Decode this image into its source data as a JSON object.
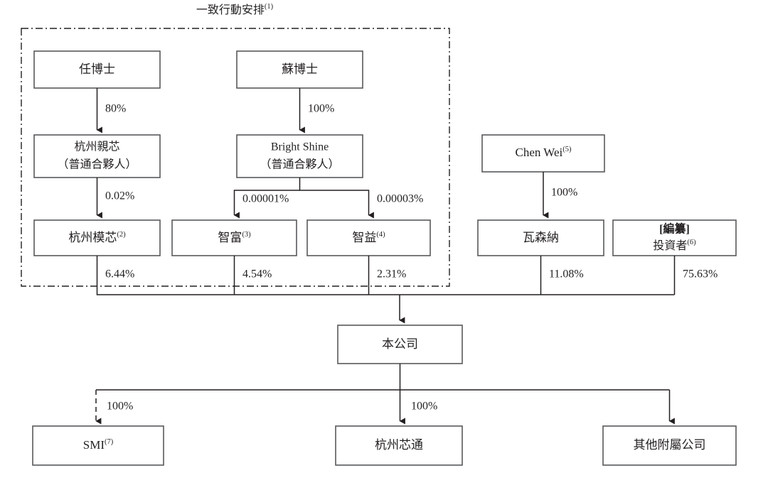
{
  "diagram": {
    "type": "org-ownership-chart",
    "group_frame": {
      "title": "一致行動安排",
      "title_sup": "(1)"
    },
    "nodes": {
      "ren": {
        "label": "任博士"
      },
      "su": {
        "label": "蘇博士"
      },
      "hangzhou_qinxin": {
        "line1": "杭州親芯",
        "line2": "（普通合夥人）"
      },
      "bright_shine": {
        "line1": "Bright Shine",
        "line2": "（普通合夥人）"
      },
      "chen_wei": {
        "label": "Chen Wei",
        "sup": "(5)"
      },
      "hangzhou_moxin": {
        "label": "杭州模芯",
        "sup": "(2)"
      },
      "zhifu": {
        "label": "智富",
        "sup": "(3)"
      },
      "zhiyi": {
        "label": "智益",
        "sup": "(4)"
      },
      "wasenna": {
        "label": "瓦森納"
      },
      "investor": {
        "line1": "[編纂]",
        "line2": "投資者",
        "sup": "(6)"
      },
      "company": {
        "label": "本公司"
      },
      "smi": {
        "label": "SMI",
        "sup": "(7)"
      },
      "hangzhou_xintong": {
        "label": "杭州芯通"
      },
      "other_subs": {
        "label": "其他附屬公司"
      }
    },
    "edges": [
      {
        "id": "ren-to-qinxin",
        "from": "ren",
        "to": "hangzhou_qinxin",
        "pct": "80%",
        "style": "solid"
      },
      {
        "id": "su-to-brightshine",
        "from": "su",
        "to": "bright_shine",
        "pct": "100%",
        "style": "solid"
      },
      {
        "id": "qinxin-to-moxin",
        "from": "hangzhou_qinxin",
        "to": "hangzhou_moxin",
        "pct": "0.02%",
        "style": "solid"
      },
      {
        "id": "brightshine-to-zhifu",
        "from": "bright_shine",
        "to": "zhifu",
        "pct": "0.00001%",
        "style": "solid"
      },
      {
        "id": "brightshine-to-zhiyi",
        "from": "bright_shine",
        "to": "zhiyi",
        "pct": "0.00003%",
        "style": "solid"
      },
      {
        "id": "chenwei-to-wasenna",
        "from": "chen_wei",
        "to": "wasenna",
        "pct": "100%",
        "style": "solid"
      },
      {
        "id": "moxin-to-company",
        "from": "hangzhou_moxin",
        "to": "company",
        "pct": "6.44%",
        "style": "solid"
      },
      {
        "id": "zhifu-to-company",
        "from": "zhifu",
        "to": "company",
        "pct": "4.54%",
        "style": "solid"
      },
      {
        "id": "zhiyi-to-company",
        "from": "zhiyi",
        "to": "company",
        "pct": "2.31%",
        "style": "solid"
      },
      {
        "id": "wasenna-to-company",
        "from": "wasenna",
        "to": "company",
        "pct": "11.08%",
        "style": "solid"
      },
      {
        "id": "investor-to-company",
        "from": "investor",
        "to": "company",
        "pct": "75.63%",
        "style": "solid"
      },
      {
        "id": "company-to-smi",
        "from": "company",
        "to": "smi",
        "pct": "100%",
        "style": "dashed"
      },
      {
        "id": "company-to-xintong",
        "from": "company",
        "to": "hangzhou_xintong",
        "pct": "100%",
        "style": "solid"
      },
      {
        "id": "company-to-othersubs",
        "from": "company",
        "to": "other_subs",
        "pct": "",
        "style": "solid"
      }
    ]
  }
}
